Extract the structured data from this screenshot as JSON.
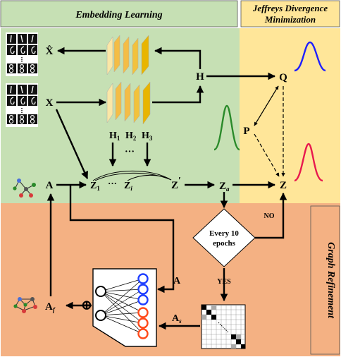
{
  "sections": {
    "embedding": "Embedding Learning",
    "jeffreys_line1": "Jeffreys Divergence",
    "jeffreys_line2": "Minimization",
    "graph": "Graph Refinement"
  },
  "nodes": {
    "x_hat": "X̂",
    "x": "X",
    "h": "H",
    "q": "Q",
    "p": "P",
    "z": "Z",
    "a": "A",
    "a_f": "A",
    "a_f_sub": "f",
    "h1": "H",
    "h1_sub": "1",
    "h2": "H",
    "h2_sub": "2",
    "h3": "H",
    "h3_sub": "3",
    "h_dots": "···",
    "z1": "Z",
    "z1_sub": "1",
    "zi": "Z",
    "zi_sub": "i",
    "z_dots": "···",
    "zprime": "Z",
    "zprime_mark": "′",
    "za": "Z",
    "za_sub": "a",
    "decision_line1": "Every 10",
    "decision_line2": "epochs",
    "yes": "YES",
    "no": "NO",
    "a_mlp": "A",
    "a_s": "A",
    "a_s_sub": "s",
    "oplus": "⊕"
  },
  "colors": {
    "green_panel": "#c6e0b4",
    "yellow_panel": "#ffe699",
    "orange_panel": "#f4b183",
    "q_curve": "#1f1fff",
    "p_curve": "#2a8a2a",
    "z_curve": "#e8194e",
    "mlp_blue": "#1f3fff",
    "mlp_red": "#ff4a1a"
  }
}
